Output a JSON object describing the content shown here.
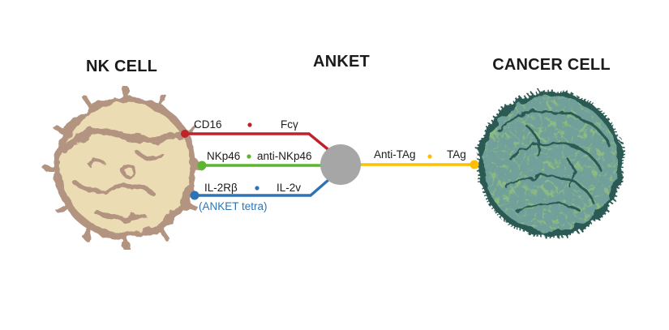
{
  "titles": {
    "nk_cell": "NK CELL",
    "anket": "ANKET",
    "cancer_cell": "CANCER CELL"
  },
  "links": [
    {
      "left_label": "CD16",
      "right_label": "Fcγ",
      "color": "#c0222a"
    },
    {
      "left_label": "NKp46",
      "right_label": "anti-NKp46",
      "color": "#5ab62f"
    },
    {
      "left_label": "IL-2Rβ",
      "right_label": "IL-2v",
      "color": "#2e74b5",
      "note": "(ANKET tetra)"
    },
    {
      "left_label": "Anti-TAg",
      "right_label": "TAg",
      "color": "#fdbf00"
    }
  ],
  "anket_node": {
    "color": "#a6a6a6"
  },
  "nk_cell": {
    "body_color": "#ecdcb4",
    "outline_color": "#b29480"
  },
  "cancer_cell": {
    "body_color": "#8cba80",
    "outline_color": "#2a5a52"
  }
}
